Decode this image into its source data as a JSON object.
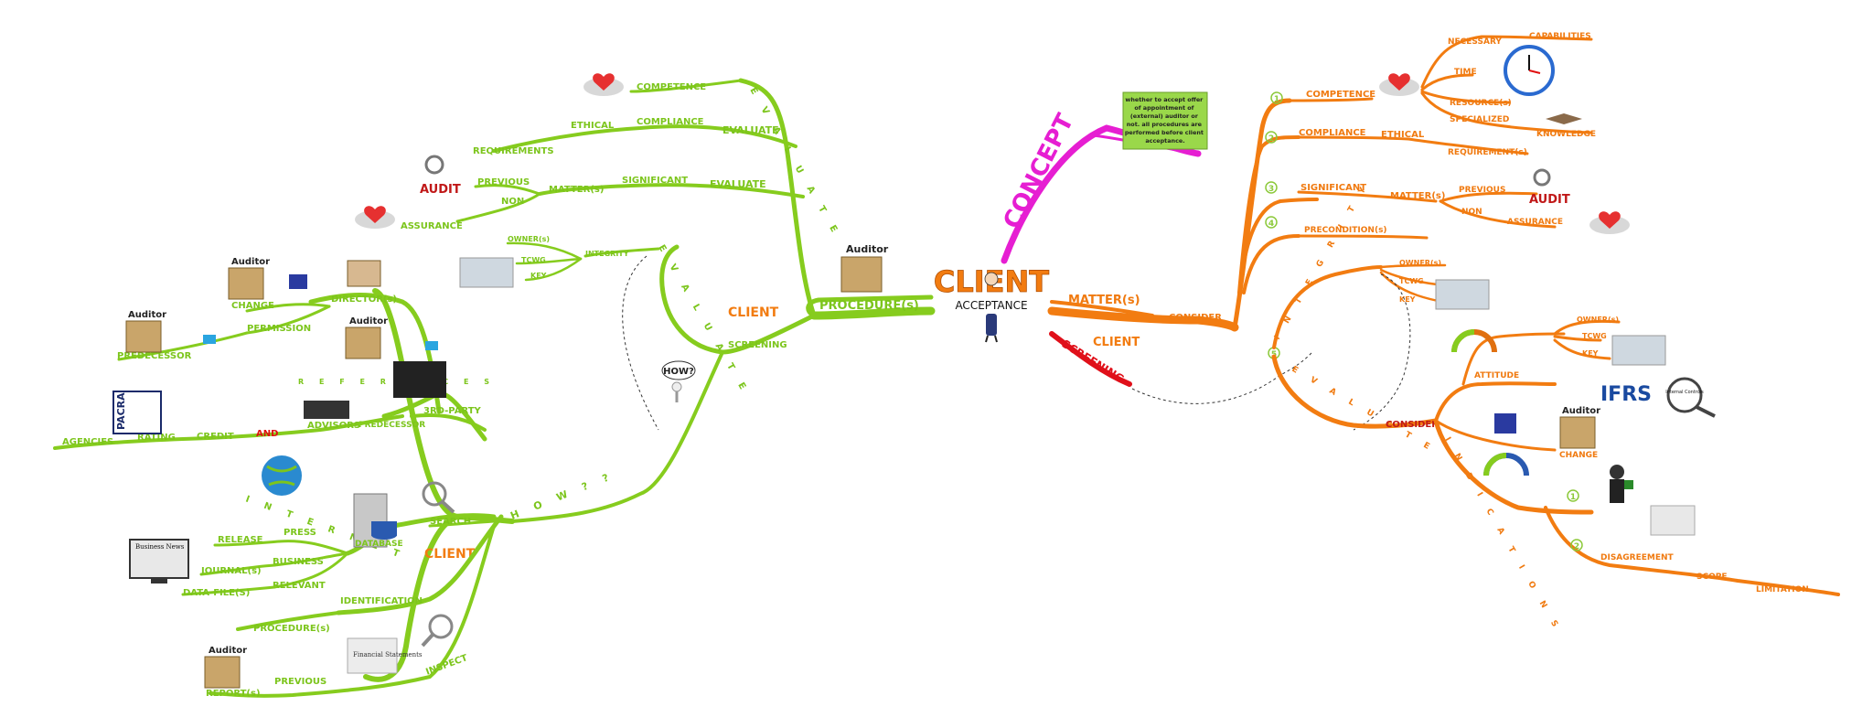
{
  "center": {
    "title": "CLIENT",
    "subtitle": "ACCEPTANCE"
  },
  "concept": {
    "label": "CONCEPT",
    "note": [
      "whether to accept offer",
      "of appointment of",
      "(external) auditor or",
      "not. all procedures are",
      "performed before client",
      "acceptance."
    ]
  },
  "left": {
    "main": "PROCEDURE(s)",
    "evaluate_spaced": "E V A L U A T E",
    "evaluate": "EVALUATE",
    "competence": "COMPETENCE",
    "compliance": "COMPLIANCE",
    "ethical": "ETHICAL",
    "requirements": "REQUIREMENTS",
    "significant": "SIGNIFICANT",
    "matters": "MATTER(s)",
    "previous": "PREVIOUS",
    "non": "NON",
    "assurance": "ASSURANCE",
    "screening": "SCREENING",
    "integrity": "INTEGRITY",
    "owners": "OWNER(s)",
    "tcwg": "TCWG",
    "key": "KEY",
    "how_spaced": "H O W ? ?",
    "how_bubble": "HOW?",
    "directors": "DIRECTOR(s)",
    "change": "CHANGE",
    "permission": "PERMISSION",
    "predecessor": "PREDECESSOR",
    "references": "R E F E R E N C E S",
    "third_party": "3RD-PARTY",
    "advisors": "ADVISORS",
    "rating": "RATING",
    "credit": "CREDIT",
    "and": "AND",
    "agencies": "AGENCIES",
    "internet_spaced": "I N T E R N E T",
    "search": "SEARCH",
    "database": "DATABASE",
    "press": "PRESS",
    "release": "RELEASE",
    "business": "BUSINESS",
    "journals": "JOURNAL(s)",
    "relevant": "RELEVANT",
    "data_files": "DATA-FILE(S)",
    "identification": "IDENTIFICATION",
    "procedures": "PROCEDURE(s)",
    "inspect": "INSPECT",
    "previous2": "PREVIOUS",
    "reports": "REPORT(s)",
    "auditor": "Auditor",
    "audit_badge": "AUDIT",
    "client_small": "CLIENT",
    "pacra": "PACRA",
    "news": "Business News",
    "fin_stat": "Financial Statements"
  },
  "right": {
    "matters": "MATTER(s)",
    "consider": "CONSIDER",
    "screening": "SCREENING",
    "client_small": "CLIENT",
    "competence": "COMPETENCE",
    "necessary": "NECESSARY",
    "capabilities": "CAPABILITIES",
    "time": "TIME",
    "resources": "RESOURCE(s)",
    "specialized": "SPECIALIZED",
    "knowledge": "KNOWLEDGE",
    "compliance": "COMPLIANCE",
    "ethical": "ETHICAL",
    "requirements": "REQUIREMENT(s)",
    "significant": "SIGNIFICANT",
    "matters2": "MATTER(s)",
    "previous": "PREVIOUS",
    "audit_badge": "AUDIT",
    "non": "NON",
    "assurance": "ASSURANCE",
    "preconditions": "PRECONDITION(s)",
    "integrity_spaced": "I N T E G R I T Y",
    "owners": "OWNER(s)",
    "tcwg": "TCWG",
    "key": "KEY",
    "evaluate_spaced": "E V A L U A T E",
    "consider2": "CONSIDER",
    "owners2": "OWNER(s)",
    "tcwg2": "TCWG",
    "key2": "KEY",
    "attitude": "ATTITUDE",
    "ifrs": "IFRS",
    "internal_controls": "Internal Controls",
    "auditor": "Auditor",
    "change": "CHANGE",
    "indications_spaced": "I N D I C A T I O N S",
    "disagreement": "DISAGREEMENT",
    "scope": "SCOPE",
    "limitation": "LIMITATION",
    "n1": "1",
    "n2": "2",
    "n3": "3",
    "n4": "4",
    "n5": "5",
    "m1": "1",
    "m2": "2"
  },
  "colors": {
    "green": "#86cc1e",
    "orange": "#f27c11",
    "magenta": "#e61ed2",
    "red": "#e0101a"
  }
}
